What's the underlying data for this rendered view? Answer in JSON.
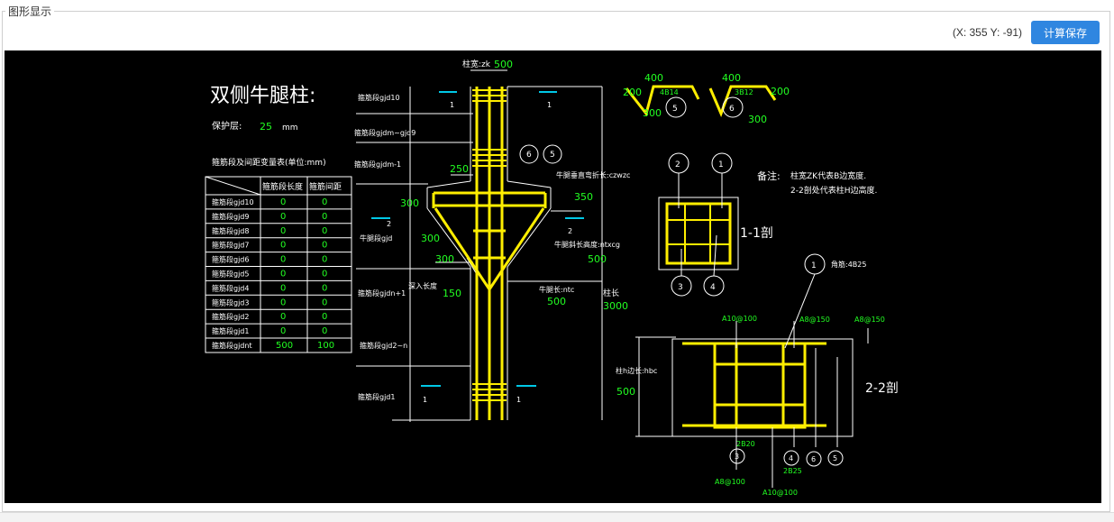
{
  "panel": {
    "title": "图形显示"
  },
  "toolbar": {
    "coords": "(X: 355 Y: -91)",
    "save_label": "计算保存"
  },
  "drawing": {
    "title": "双侧牛腿柱:",
    "cover_label": "保护层:",
    "cover_value": "25",
    "cover_unit": "mm",
    "table_caption": "箍筋段及间距变量表(单位:mm)",
    "table": {
      "headers": [
        "箍筋段长度",
        "箍筋间距"
      ],
      "rows": [
        {
          "name": "箍筋段gjd10",
          "len": "0",
          "gap": "0"
        },
        {
          "name": "箍筋段gjd9",
          "len": "0",
          "gap": "0"
        },
        {
          "name": "箍筋段gjd8",
          "len": "0",
          "gap": "0"
        },
        {
          "name": "箍筋段gjd7",
          "len": "0",
          "gap": "0"
        },
        {
          "name": "箍筋段gjd6",
          "len": "0",
          "gap": "0"
        },
        {
          "name": "箍筋段gjd5",
          "len": "0",
          "gap": "0"
        },
        {
          "name": "箍筋段gjd4",
          "len": "0",
          "gap": "0"
        },
        {
          "name": "箍筋段gjd3",
          "len": "0",
          "gap": "0"
        },
        {
          "name": "箍筋段gjd2",
          "len": "0",
          "gap": "0"
        },
        {
          "name": "箍筋段gjd1",
          "len": "0",
          "gap": "0"
        },
        {
          "name": "箍筋段gjdnt",
          "len": "500",
          "gap": "100"
        }
      ]
    },
    "labels": {
      "col_width": "柱宽:zk",
      "col_width_val": "500",
      "gjd10": "箍筋段gjd10",
      "gjdm_gjd9": "箍筋段gjdm~gjd9",
      "gjdm1": "箍筋段gjdm-1",
      "gjd": "牛腿段gjd",
      "gjdn1": "箍筋段gjdn+1",
      "gjd2n": "箍筋段gjd2~n",
      "gjd1": "箍筋段gjd1",
      "corbel_bend": "牛腿垂直弯折长:czwzc",
      "corbel_slope": "牛腿斜长高度:ntxcg",
      "corbel_len": "牛腿长:ntc",
      "corbel_len_val": "500",
      "anchor": "深入长度",
      "anchor_val": "150",
      "col_len": "柱长",
      "col_len_val": "3000",
      "dim_250": "250",
      "dim_350": "350",
      "dim_300a": "300",
      "dim_300b": "300",
      "dim_300c": "300",
      "dim_500": "500",
      "sec1": "1",
      "sec2": "2",
      "bend_400a": "400",
      "bend_200a": "200",
      "bend_300a": "300",
      "bend_4b14": "4B14",
      "bend_400b": "400",
      "bend_200b": "200",
      "bend_300b": "300",
      "bend_3b12": "3B12",
      "c1": "1",
      "c2": "2",
      "c3": "3",
      "c4": "4",
      "c5": "5",
      "c6": "6",
      "note_title": "备注:",
      "note1": "柱宽ZK代表B边宽度.",
      "note2": "2-2剖处代表柱H边高度.",
      "sec_1_1": "1-1剖",
      "sec_2_2": "2-2剖",
      "corner_bar": "角筋:4B25",
      "a10_100": "A10@100",
      "a8_150": "A8@150",
      "a8_150b": "A8@150",
      "col_h": "柱h边长:hbc",
      "col_h_val": "500",
      "b2b20": "2B20",
      "b2b25": "2B25",
      "a8_100": "A8@100",
      "a10_100b": "A10@100"
    }
  }
}
